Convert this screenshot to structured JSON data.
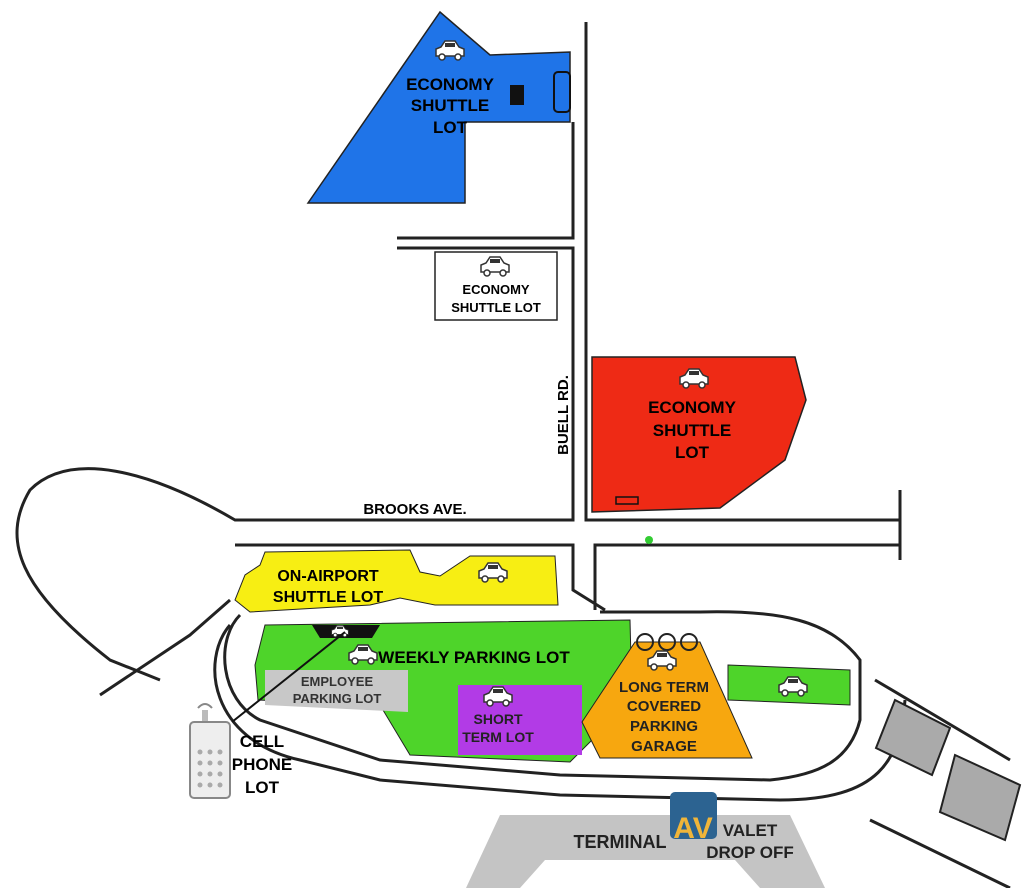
{
  "colors": {
    "economy_north": "#1f74e8",
    "economy_east": "#ee2a15",
    "on_airport": "#f7ee13",
    "weekly": "#4ed42a",
    "employee": "#c8c8c8",
    "short_term": "#b23be6",
    "long_term": "#f7a70f",
    "terminal": "#c4c4c4",
    "valet_badge": "#2c6391",
    "valet_letters": "#f0b53a"
  },
  "lots": {
    "economy_north": [
      "ECONOMY",
      "SHUTTLE",
      "LOT"
    ],
    "economy_small": [
      "ECONOMY",
      "SHUTTLE LOT"
    ],
    "economy_east": [
      "ECONOMY",
      "SHUTTLE",
      "LOT"
    ],
    "on_airport": [
      "ON-AIRPORT",
      "SHUTTLE LOT"
    ],
    "weekly": "WEEKLY PARKING LOT",
    "employee": [
      "EMPLOYEE",
      "PARKING LOT"
    ],
    "short_term": [
      "SHORT",
      "TERM LOT"
    ],
    "long_term": [
      "LONG TERM",
      "COVERED",
      "PARKING",
      "GARAGE"
    ],
    "cell_phone": [
      "CELL",
      "PHONE",
      "LOT"
    ]
  },
  "roads": {
    "buell": "BUELL RD.",
    "brooks": "BROOKS AVE."
  },
  "terminal": "TERMINAL",
  "valet": {
    "logo": "AV",
    "label": [
      "VALET",
      "DROP OFF"
    ]
  },
  "icons": {
    "car": "car-icon",
    "phone": "cell-phone-icon"
  }
}
